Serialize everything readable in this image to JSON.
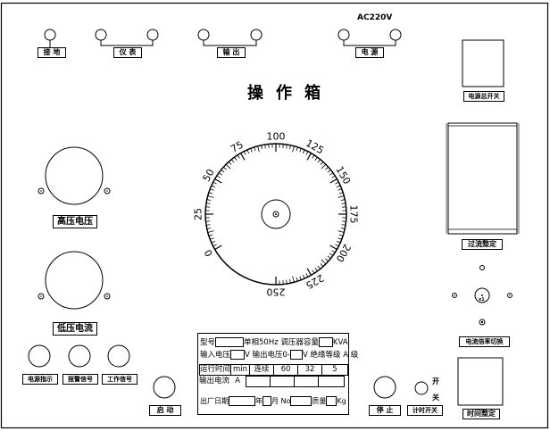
{
  "supply_voltage": "AC220V",
  "panel_title": "操作箱",
  "labels": {
    "ground": "接 地",
    "meter": "仪 表",
    "output": "输 出",
    "power": "电 源",
    "main_switch": "电源总开关",
    "overcurrent_setting": "过流整定",
    "high_voltage": "高压电压",
    "low_voltage_current": "低压电流",
    "power_indicator": "电源指示",
    "alarm_signal": "报警信号",
    "work_signal": "工作信号",
    "start": "启 动",
    "stop": "停 止",
    "timer_switch": "计时开关",
    "switch_on": "开",
    "switch_off": "关",
    "current_select": "电流倍率切换",
    "time_setting": "时间整定",
    "dial_x1": "x1"
  },
  "dial": {
    "scale_labels": [
      "0",
      "25",
      "50",
      "75",
      "100",
      "125",
      "150",
      "175",
      "200",
      "225",
      "250"
    ],
    "scale_min": 0,
    "scale_max": 250
  },
  "nameplate": {
    "r1_a": "型号",
    "r1_b": "单相50Hz 调压器容量",
    "r1_c": "KVA",
    "r2_a": "输入电压",
    "r2_b": "V  输出电压0-",
    "r2_c": "V 绝缘等级 A 级",
    "r3_cells": [
      "运行时间",
      "min",
      "连续",
      "60",
      "32",
      "5"
    ],
    "r4_cells": [
      "输出电流",
      "A"
    ],
    "r5_a": "出厂日期",
    "r5_b": "年",
    "r5_c": "月 No",
    "r5_d": "质量",
    "r5_e": "Kg"
  }
}
